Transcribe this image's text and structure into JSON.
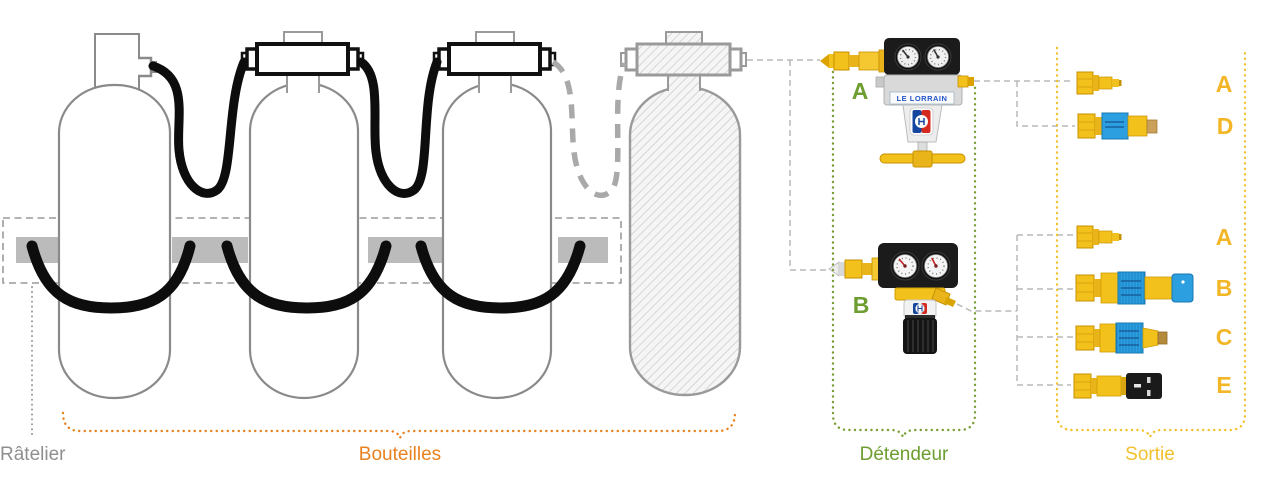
{
  "diagram": {
    "title_hint": "Gas cylinder rack, manifold, regulators and outlet fittings schematic",
    "sections": {
      "rack": {
        "label": "Râtelier",
        "color": "#8f8f8f"
      },
      "bottles": {
        "label": "Bouteilles",
        "color": "#e8821e"
      },
      "regulator": {
        "label": "Détendeur",
        "color": "#6d9e2f"
      },
      "outlet": {
        "label": "Sortie",
        "color": "#f2c02e"
      }
    },
    "regulators": [
      {
        "label": "A",
        "brand": "LE LORRAIN"
      },
      {
        "label": "B",
        "brand": ""
      }
    ],
    "outlets_top": [
      {
        "label": "A"
      },
      {
        "label": "D"
      }
    ],
    "outlets_bottom": [
      {
        "label": "A"
      },
      {
        "label": "B"
      },
      {
        "label": "C"
      },
      {
        "label": "E"
      }
    ],
    "colors": {
      "brass_yellow": "#f3c11b",
      "accent_blue": "#2b9fe0",
      "letter_gold": "#f2b626",
      "letter_green": "#6d9e2f",
      "label_orange": "#e8821e",
      "label_gray": "#8f8f8f"
    }
  }
}
